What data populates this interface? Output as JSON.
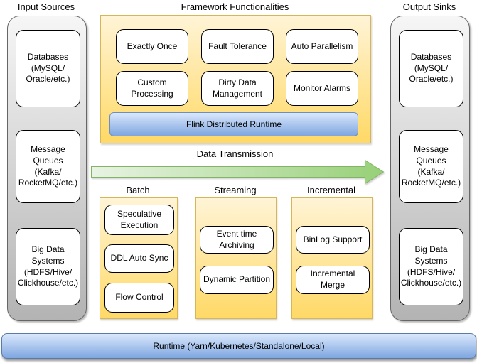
{
  "left_panel": {
    "title": "Input Sources",
    "items": [
      "Databases\n(MySQL/\nOracle/etc.)",
      "Message\nQueues\n(Kafka/\nRocketMQ/etc.)",
      "Big Data\nSystems\n(HDFS/Hive/\nClickhouse/etc.)"
    ]
  },
  "right_panel": {
    "title": "Output Sinks",
    "items": [
      "Databases\n(MySQL/\nOracle/etc.)",
      "Message\nQueues\n(Kafka/\nRocketMQ/etc.)",
      "Big Data\nSystems\n(HDFS/Hive/\nClickhouse/etc.)"
    ]
  },
  "framework": {
    "title": "Framework Functionalities",
    "features": [
      "Exactly Once",
      "Fault Tolerance",
      "Auto Parallelism",
      "Custom\nProcessing",
      "Dirty Data\nManagement",
      "Monitor Alarms"
    ],
    "runtime_bar": "Flink Distributed Runtime"
  },
  "transmission": {
    "label": "Data Transmission"
  },
  "modes": [
    {
      "label": "Batch",
      "features": [
        "Speculative\nExecution",
        "DDL Auto Sync",
        "Flow Control"
      ]
    },
    {
      "label": "Streaming",
      "features": [
        "Event time\nArchiving",
        "Dynamic Partition"
      ]
    },
    {
      "label": "Incremental",
      "features": [
        "BinLog Support",
        "Incremental\nMerge"
      ]
    }
  ],
  "bottom_bar": {
    "label": "Runtime (Yarn/Kubernetes/Standalone/Local)"
  },
  "colors": {
    "panel_gray_top": "#f6f6f6",
    "panel_gray_bottom": "#b3b3b3",
    "panel_gray_border": "#666666",
    "yellow_top": "#fff4d6",
    "yellow_bottom": "#ffd966",
    "yellow_border": "#d6b656",
    "blue_top": "#dae8fc",
    "blue_bottom": "#7ea6e0",
    "blue_border": "#6c8ebf",
    "green_light": "#e8f3e4",
    "green_dark": "#97d077",
    "green_border": "#82b366",
    "node_fill": "#ffffff",
    "node_border": "#000000",
    "text": "#000000"
  }
}
